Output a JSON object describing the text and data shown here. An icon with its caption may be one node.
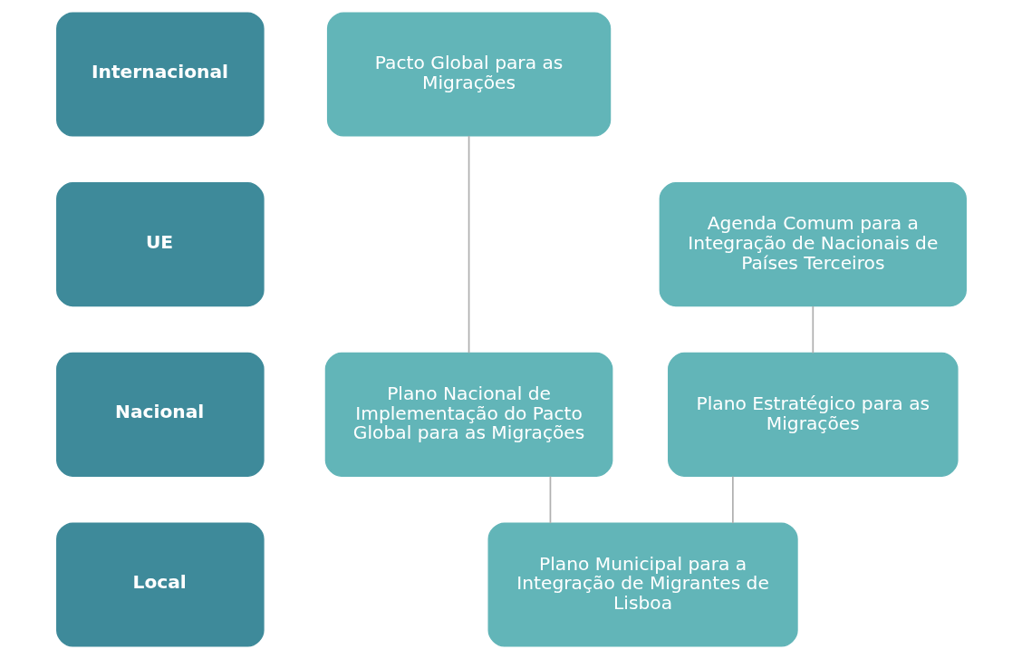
{
  "diagram": {
    "nodes": [
      {
        "text": [
          "Internacional"
        ]
      },
      {
        "text": [
          "UE"
        ]
      },
      {
        "text": [
          "Nacional"
        ]
      },
      {
        "text": [
          "Local"
        ]
      },
      {
        "text": [
          "Pacto Global para as Migrações"
        ]
      },
      {
        "text": [
          "Agenda Comum para a Integração de Nacionais de Países Terceiros"
        ]
      },
      {
        "text": [
          "Plano Estratégico para as Migrações"
        ]
      },
      {
        "text": [
          "Plano Nacional de Implementação do Pacto Global para as Migrações"
        ]
      },
      {
        "text": [
          "Plano Municipal para a Integração de Migrantes de Lisboa"
        ]
      }
    ],
    "edges": [
      {
        "from": 4,
        "to": 7,
        "arrow": "none"
      },
      {
        "from": 5,
        "to": 6,
        "arrow": "none"
      },
      {
        "from": 6,
        "to": 8,
        "arrow": "none"
      },
      {
        "from": 7,
        "to": 8,
        "arrow": "none"
      }
    ]
  }
}
